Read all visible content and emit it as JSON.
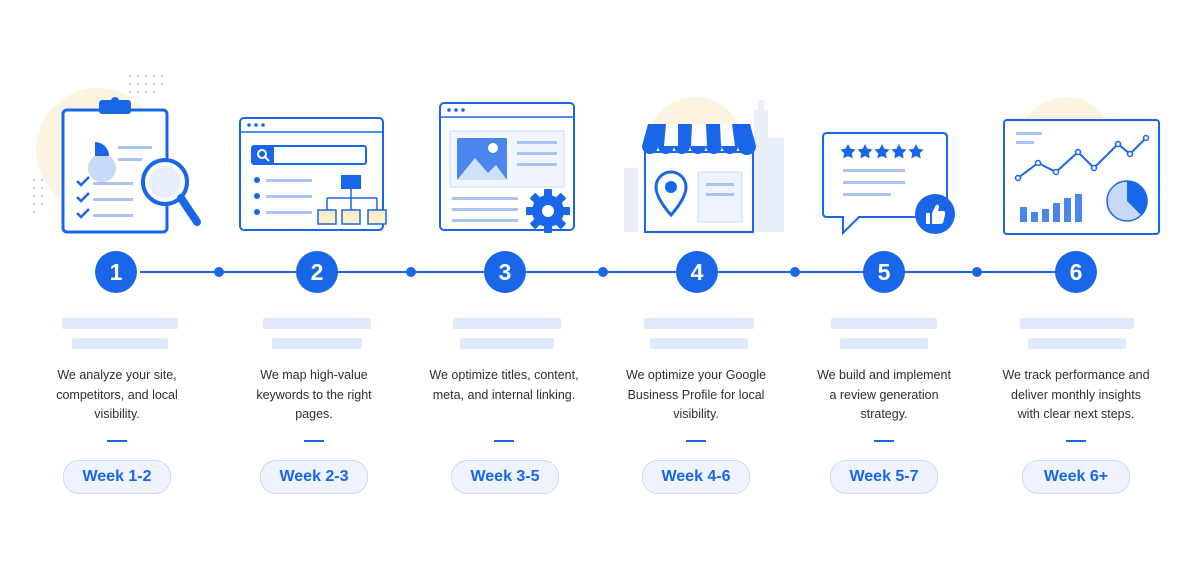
{
  "steps": [
    {
      "number": "1",
      "description_lines": [
        "We analyze your site,",
        "competitors, and local",
        "visibility."
      ],
      "week": "Week 1-2"
    },
    {
      "number": "2",
      "description_lines": [
        "We map high-value",
        "keywords to the right",
        "pages."
      ],
      "week": "Week 2-3"
    },
    {
      "number": "3",
      "description_lines": [
        "We optimize titles, content,",
        "meta, and internal linking."
      ],
      "week": "Week 3-5"
    },
    {
      "number": "4",
      "description_lines": [
        "We optimize your Google",
        "Business Profile for local",
        "visibility."
      ],
      "week": "Week 4-6"
    },
    {
      "number": "5",
      "description_lines": [
        "We build and implement",
        "a review generation",
        "strategy."
      ],
      "week": "Week 5-7"
    },
    {
      "number": "6",
      "description_lines": [
        "We track performance and",
        "deliver monthly insights",
        "with clear next steps."
      ],
      "week": "Week 6+"
    }
  ],
  "icons": [
    {
      "step": "1",
      "name": "clipboard-magnifier-icon"
    },
    {
      "step": "2",
      "name": "browser-search-sitemap-icon"
    },
    {
      "step": "3",
      "name": "browser-content-gear-icon"
    },
    {
      "step": "4",
      "name": "storefront-location-pin-icon"
    },
    {
      "step": "5",
      "name": "review-stars-thumbs-up-icon"
    },
    {
      "step": "6",
      "name": "analytics-dashboard-icon"
    }
  ],
  "colors": {
    "accent": "#1a66e8",
    "accent_light": "#dfe9fb",
    "pill_bg": "#eef3fd",
    "warm_glow": "#fdf3e1",
    "text": "#2b2f36"
  }
}
